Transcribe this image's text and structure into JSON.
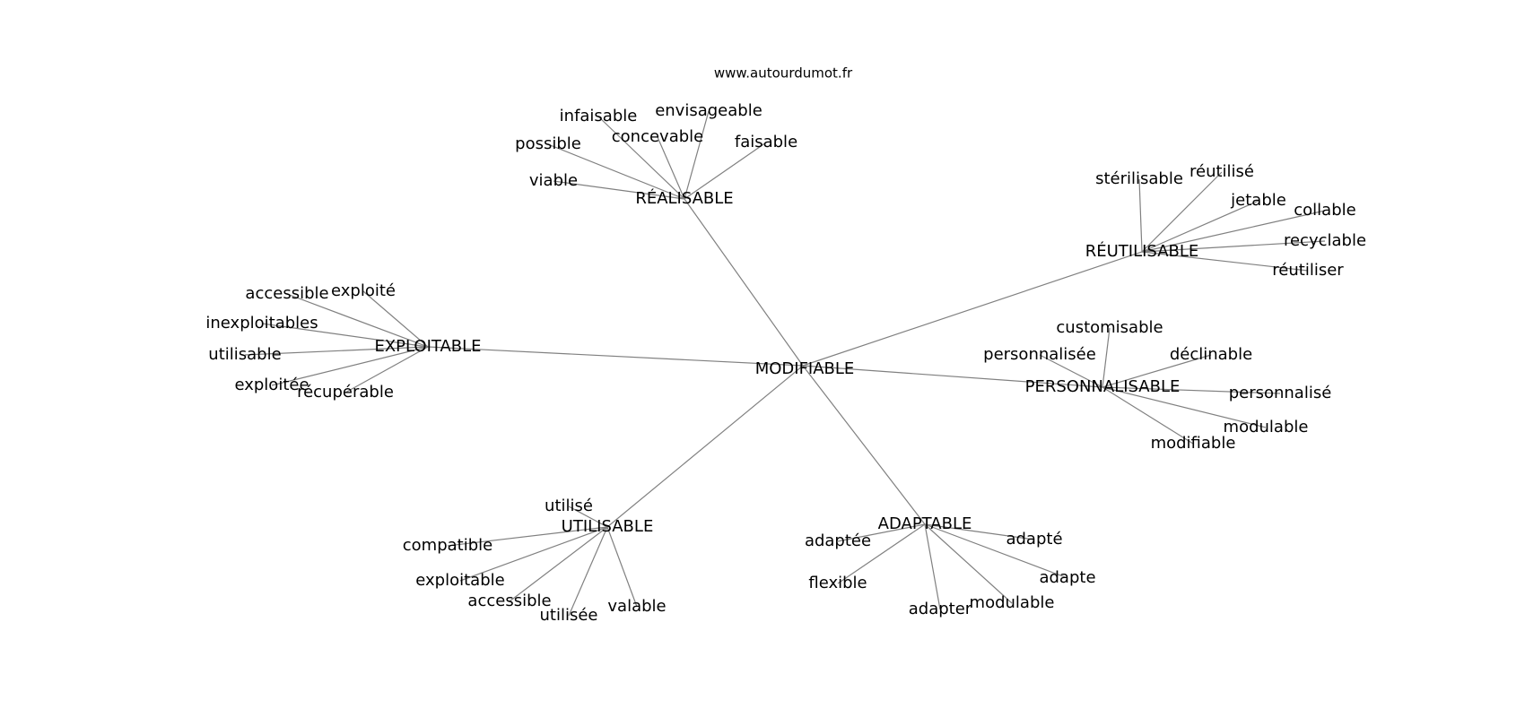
{
  "watermark": "www.autourdumot.fr",
  "center": "MODIFIABLE",
  "clusters": [
    {
      "hub": "RÉALISABLE",
      "words": [
        "viable",
        "possible",
        "infaisable",
        "concevable",
        "envisageable",
        "faisable"
      ]
    },
    {
      "hub": "RÉUTILISABLE",
      "words": [
        "stérilisable",
        "réutilisé",
        "jetable",
        "collable",
        "recyclable",
        "réutiliser"
      ]
    },
    {
      "hub": "EXPLOITABLE",
      "words": [
        "accessible",
        "exploité",
        "inexploitables",
        "utilisable",
        "exploitée",
        "récupérable"
      ]
    },
    {
      "hub": "PERSONNALISABLE",
      "words": [
        "customisable",
        "personnalisée",
        "déclinable",
        "personnalisé",
        "modulable",
        "modifiable"
      ]
    },
    {
      "hub": "UTILISABLE",
      "words": [
        "utilisé",
        "compatible",
        "exploitable",
        "accessible",
        "utilisée",
        "valable"
      ]
    },
    {
      "hub": "ADAPTABLE",
      "words": [
        "adaptée",
        "adapté",
        "flexible",
        "adapte",
        "adapter",
        "modulable"
      ]
    }
  ]
}
